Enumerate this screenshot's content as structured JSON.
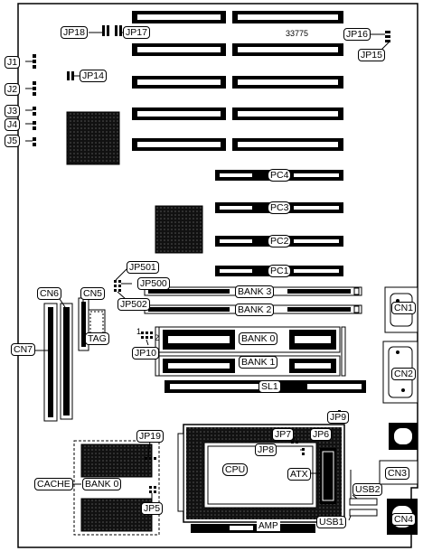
{
  "board_number": "33775",
  "labels": {
    "jp18": "JP18",
    "jp17": "JP17",
    "jp16": "JP16",
    "jp15": "JP15",
    "jp14": "JP14",
    "j1": "J1",
    "j2": "J2",
    "j3": "J3",
    "j4": "J4",
    "j5": "J5",
    "pc4": "PC4",
    "pc3": "PC3",
    "pc2": "PC2",
    "pc1": "PC1",
    "jp501": "JP501",
    "jp500": "JP500",
    "jp502": "JP502",
    "bank3": "BANK 3",
    "bank2": "BANK 2",
    "bank0": "BANK 0",
    "bank1": "BANK 1",
    "cn1": "CN1",
    "cn2": "CN2",
    "cn3": "CN3",
    "cn4": "CN4",
    "cn5": "CN5",
    "cn6": "CN6",
    "cn7": "CN7",
    "tag": "TAG",
    "jp10": "JP10",
    "sl1": "SL1",
    "jp9": "JP9",
    "jp7": "JP7",
    "jp6": "JP6",
    "jp8": "JP8",
    "jp19": "JP19",
    "jp5": "JP5",
    "cpu": "CPU",
    "atx": "ATX",
    "usb2": "USB2",
    "usb1": "USB1",
    "cache": "CACHE",
    "cache_bank0": "BANK 0",
    "amp": "AMP"
  },
  "annotations": {
    "jp10_pin1": "1",
    "jp10_pin2": "2"
  }
}
